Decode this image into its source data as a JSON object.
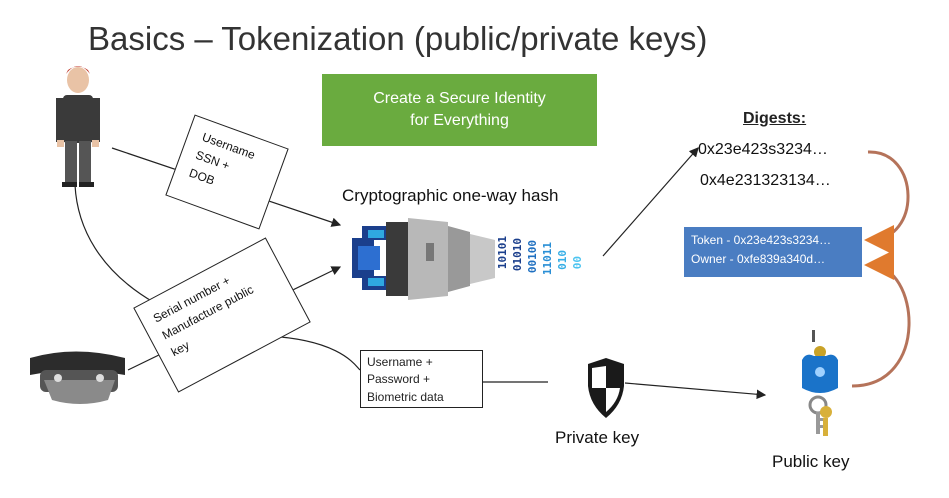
{
  "title": "Basics – Tokenization (public/private keys)",
  "banner": {
    "line1": "Create a Secure Identity",
    "line2": "for Everything"
  },
  "user_box": {
    "line1": "Username",
    "line2": "SSN +",
    "line3": "DOB"
  },
  "device_box": {
    "line1": "Serial number +",
    "line2": "Manufacture public",
    "line3": "key"
  },
  "credentials_box": {
    "line1": "Username +",
    "line2": "Password +",
    "line3": "Biometric data"
  },
  "hash_label": "Cryptographic one-way hash",
  "binary": [
    "10101",
    "01010",
    "00100",
    "11011",
    "010",
    "00"
  ],
  "digests": {
    "heading": "Digests:",
    "items": [
      "0x23e423s3234…",
      "0x4e231323134…"
    ]
  },
  "token_card": {
    "token": "Token - 0x23e423s3234…",
    "owner": "Owner - 0xfe839a340d…"
  },
  "private_key_label": "Private key",
  "public_key_label": "Public key",
  "colors": {
    "banner": "#6aab3f",
    "token_card": "#4a7dc2",
    "curve_arrow": "#b5735a",
    "arrow_head": "#e07a2e"
  },
  "icons": [
    "person-icon",
    "headset-icon",
    "hash-machine-icon",
    "shield-icon",
    "keys-icon"
  ]
}
